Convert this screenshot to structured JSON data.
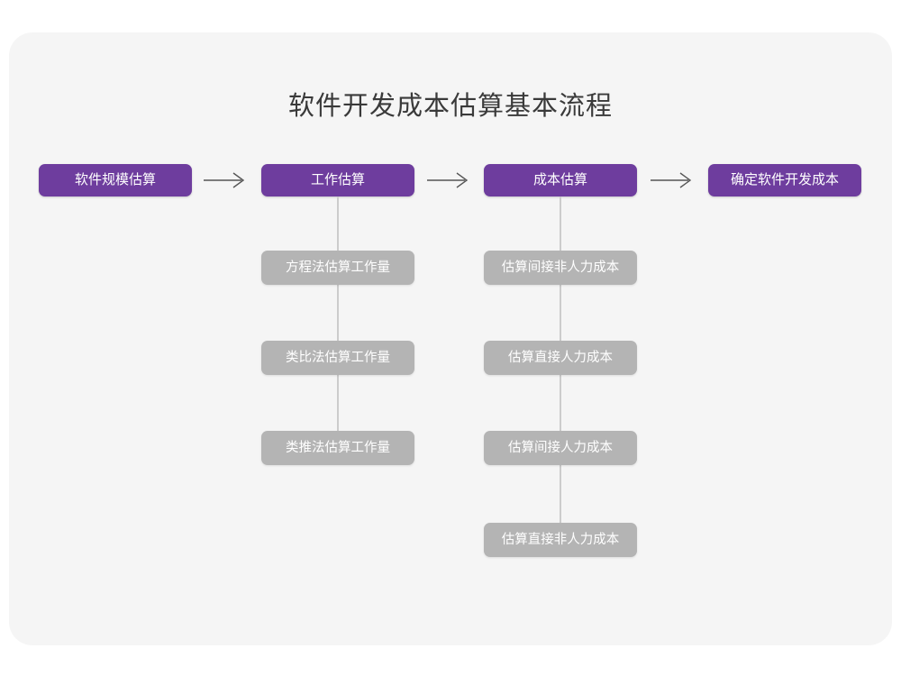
{
  "diagram": {
    "title": "软件开发成本估算基本流程",
    "background_color": "#f5f5f5",
    "page_color": "#ffffff",
    "primary_color": "#6e3d9e",
    "secondary_color": "#b4b4b4",
    "connector_color": "#cccccc",
    "arrow_color": "#555555",
    "stages": [
      {
        "id": "stage-1",
        "label": "软件规模估算",
        "substeps": []
      },
      {
        "id": "stage-2",
        "label": "工作估算",
        "substeps": [
          "方程法估算工作量",
          "类比法估算工作量",
          "类推法估算工作量"
        ]
      },
      {
        "id": "stage-3",
        "label": "成本估算",
        "substeps": [
          "估算间接非人力成本",
          "估算直接人力成本",
          "估算间接人力成本",
          "估算直接非人力成本"
        ]
      },
      {
        "id": "stage-4",
        "label": "确定软件开发成本",
        "substeps": []
      }
    ],
    "connectors": [
      {
        "from": "stage-1",
        "to": "stage-2",
        "type": "arrow-right"
      },
      {
        "from": "stage-2",
        "to": "stage-3",
        "type": "arrow-right"
      },
      {
        "from": "stage-3",
        "to": "stage-4",
        "type": "arrow-right"
      }
    ]
  }
}
